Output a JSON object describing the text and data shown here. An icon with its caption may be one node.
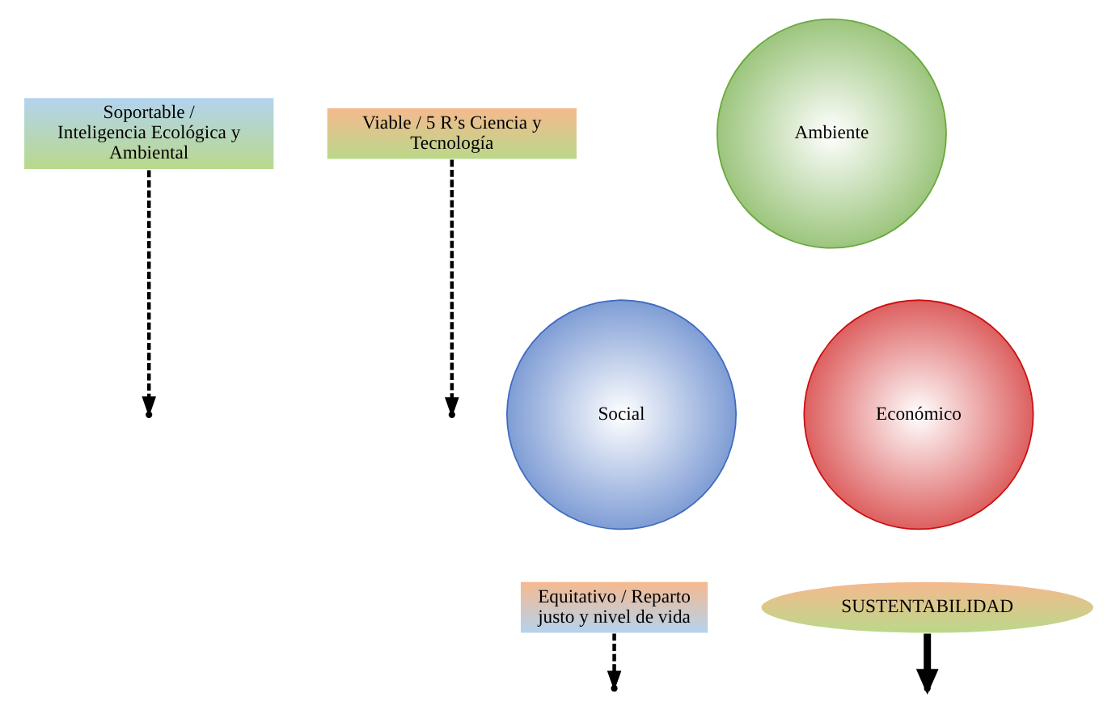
{
  "diagram": {
    "nodes": [
      {
        "text": [
          "Soportable / Inteligencia Ecológica y Ambiental"
        ]
      },
      {
        "text": [
          "Viable / 5 R’s Ciencia y Tecnología"
        ]
      },
      {
        "text": [
          "Ambiente"
        ]
      },
      {
        "text": [
          "Social"
        ]
      },
      {
        "text": [
          "Económico"
        ]
      },
      {
        "text": [
          "SUSTENTABILIDAD"
        ]
      },
      {
        "text": [
          "Equitativo / Reparto justo y nivel de vida"
        ]
      }
    ],
    "edges": [
      {
        "from": 0,
        "to": null,
        "arrow": "to",
        "style": "dashed"
      },
      {
        "from": 1,
        "to": null,
        "arrow": "to",
        "style": "dashed"
      },
      {
        "from": 5,
        "to": null,
        "arrow": "to",
        "style": "thick"
      },
      {
        "from": 6,
        "to": null,
        "arrow": "to",
        "style": "dashed"
      }
    ]
  }
}
